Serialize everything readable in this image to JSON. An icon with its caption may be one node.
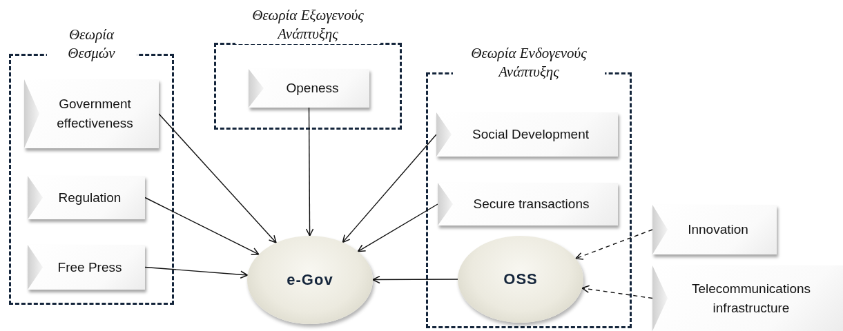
{
  "diagram": {
    "nodes": [
      {
        "text": [
          "Θεωρία Θεσμών"
        ]
      },
      {
        "text": [
          "Government effectiveness"
        ],
        "in": 0
      },
      {
        "text": [
          "Regulation"
        ],
        "in": 0
      },
      {
        "text": [
          "Free Press"
        ],
        "in": 0
      },
      {
        "text": [
          "Θεωρία Εξωγενούς Ανάπτυξης"
        ]
      },
      {
        "text": [
          "Openess"
        ],
        "in": 4
      },
      {
        "text": [
          "Θεωρία Ενδογενούς Ανάπτυξης"
        ]
      },
      {
        "text": [
          "Social Development"
        ],
        "in": 6
      },
      {
        "text": [
          "Secure transactions"
        ],
        "in": 6
      },
      {
        "text": [
          "OSS"
        ],
        "in": 6
      },
      {
        "text": [
          "e-Gov"
        ]
      },
      {
        "text": [
          "Innovation"
        ]
      },
      {
        "text": [
          "Telecommunications infrastructure"
        ]
      }
    ],
    "edges": [
      {
        "from": 1,
        "to": 10,
        "arrow": "to"
      },
      {
        "from": 2,
        "to": 10,
        "arrow": "to"
      },
      {
        "from": 3,
        "to": 10,
        "arrow": "to"
      },
      {
        "from": 5,
        "to": 10,
        "arrow": "to"
      },
      {
        "from": 7,
        "to": 10,
        "arrow": "to"
      },
      {
        "from": 8,
        "to": 10,
        "arrow": "to"
      },
      {
        "from": 9,
        "to": 10,
        "arrow": "to"
      },
      {
        "from": 11,
        "to": 9,
        "arrow": "to",
        "style": "dashed"
      },
      {
        "from": 12,
        "to": 9,
        "arrow": "to",
        "style": "dashed"
      }
    ]
  }
}
